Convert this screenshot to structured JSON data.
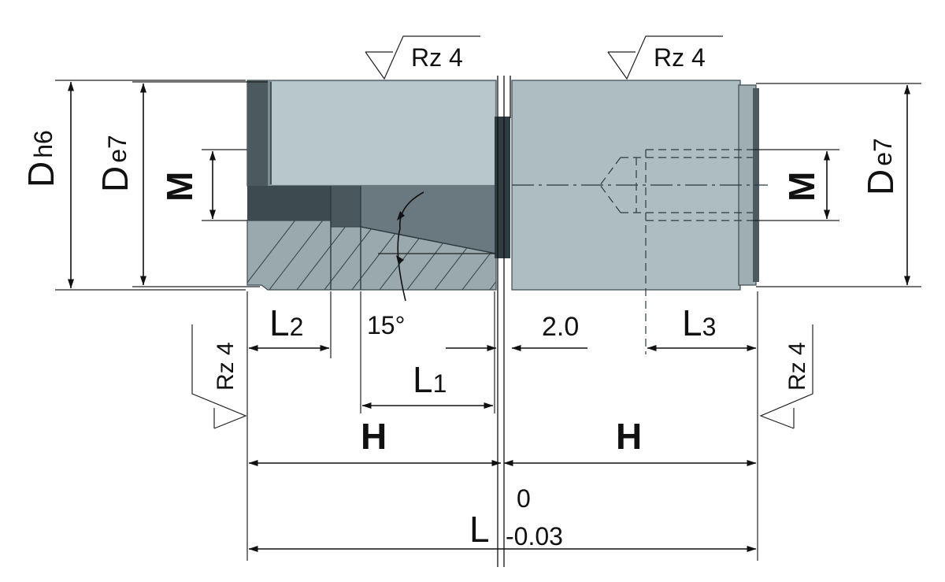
{
  "labels": {
    "d_main": "D",
    "d_main_sub": "h6",
    "d_left": "D",
    "d_left_sub": "e7",
    "m_left": "M",
    "m_right": "M",
    "d_right": "D",
    "d_right_sub": "e7",
    "l2_main": "L",
    "l2_sub": "2",
    "angle": "15°",
    "l1_main": "L",
    "l1_sub": "1",
    "gap": "2.0",
    "l3_main": "L",
    "l3_sub": "3",
    "h_left": "H",
    "h_right": "H",
    "l_total": "L",
    "tol_upper": "0",
    "tol_lower": "-0.03",
    "rz_top_left": "Rz 4",
    "rz_top_right": "Rz 4",
    "rz_side_left": "Rz 4",
    "rz_side_right": "Rz 4"
  },
  "colors": {
    "body_fill": "#adbdc1",
    "body_light": "#b8c7cb",
    "dark_fill": "#3d4b51",
    "mid_dark": "#5b6a70",
    "section_fill": "#8f9ea3",
    "line": "#111111"
  }
}
